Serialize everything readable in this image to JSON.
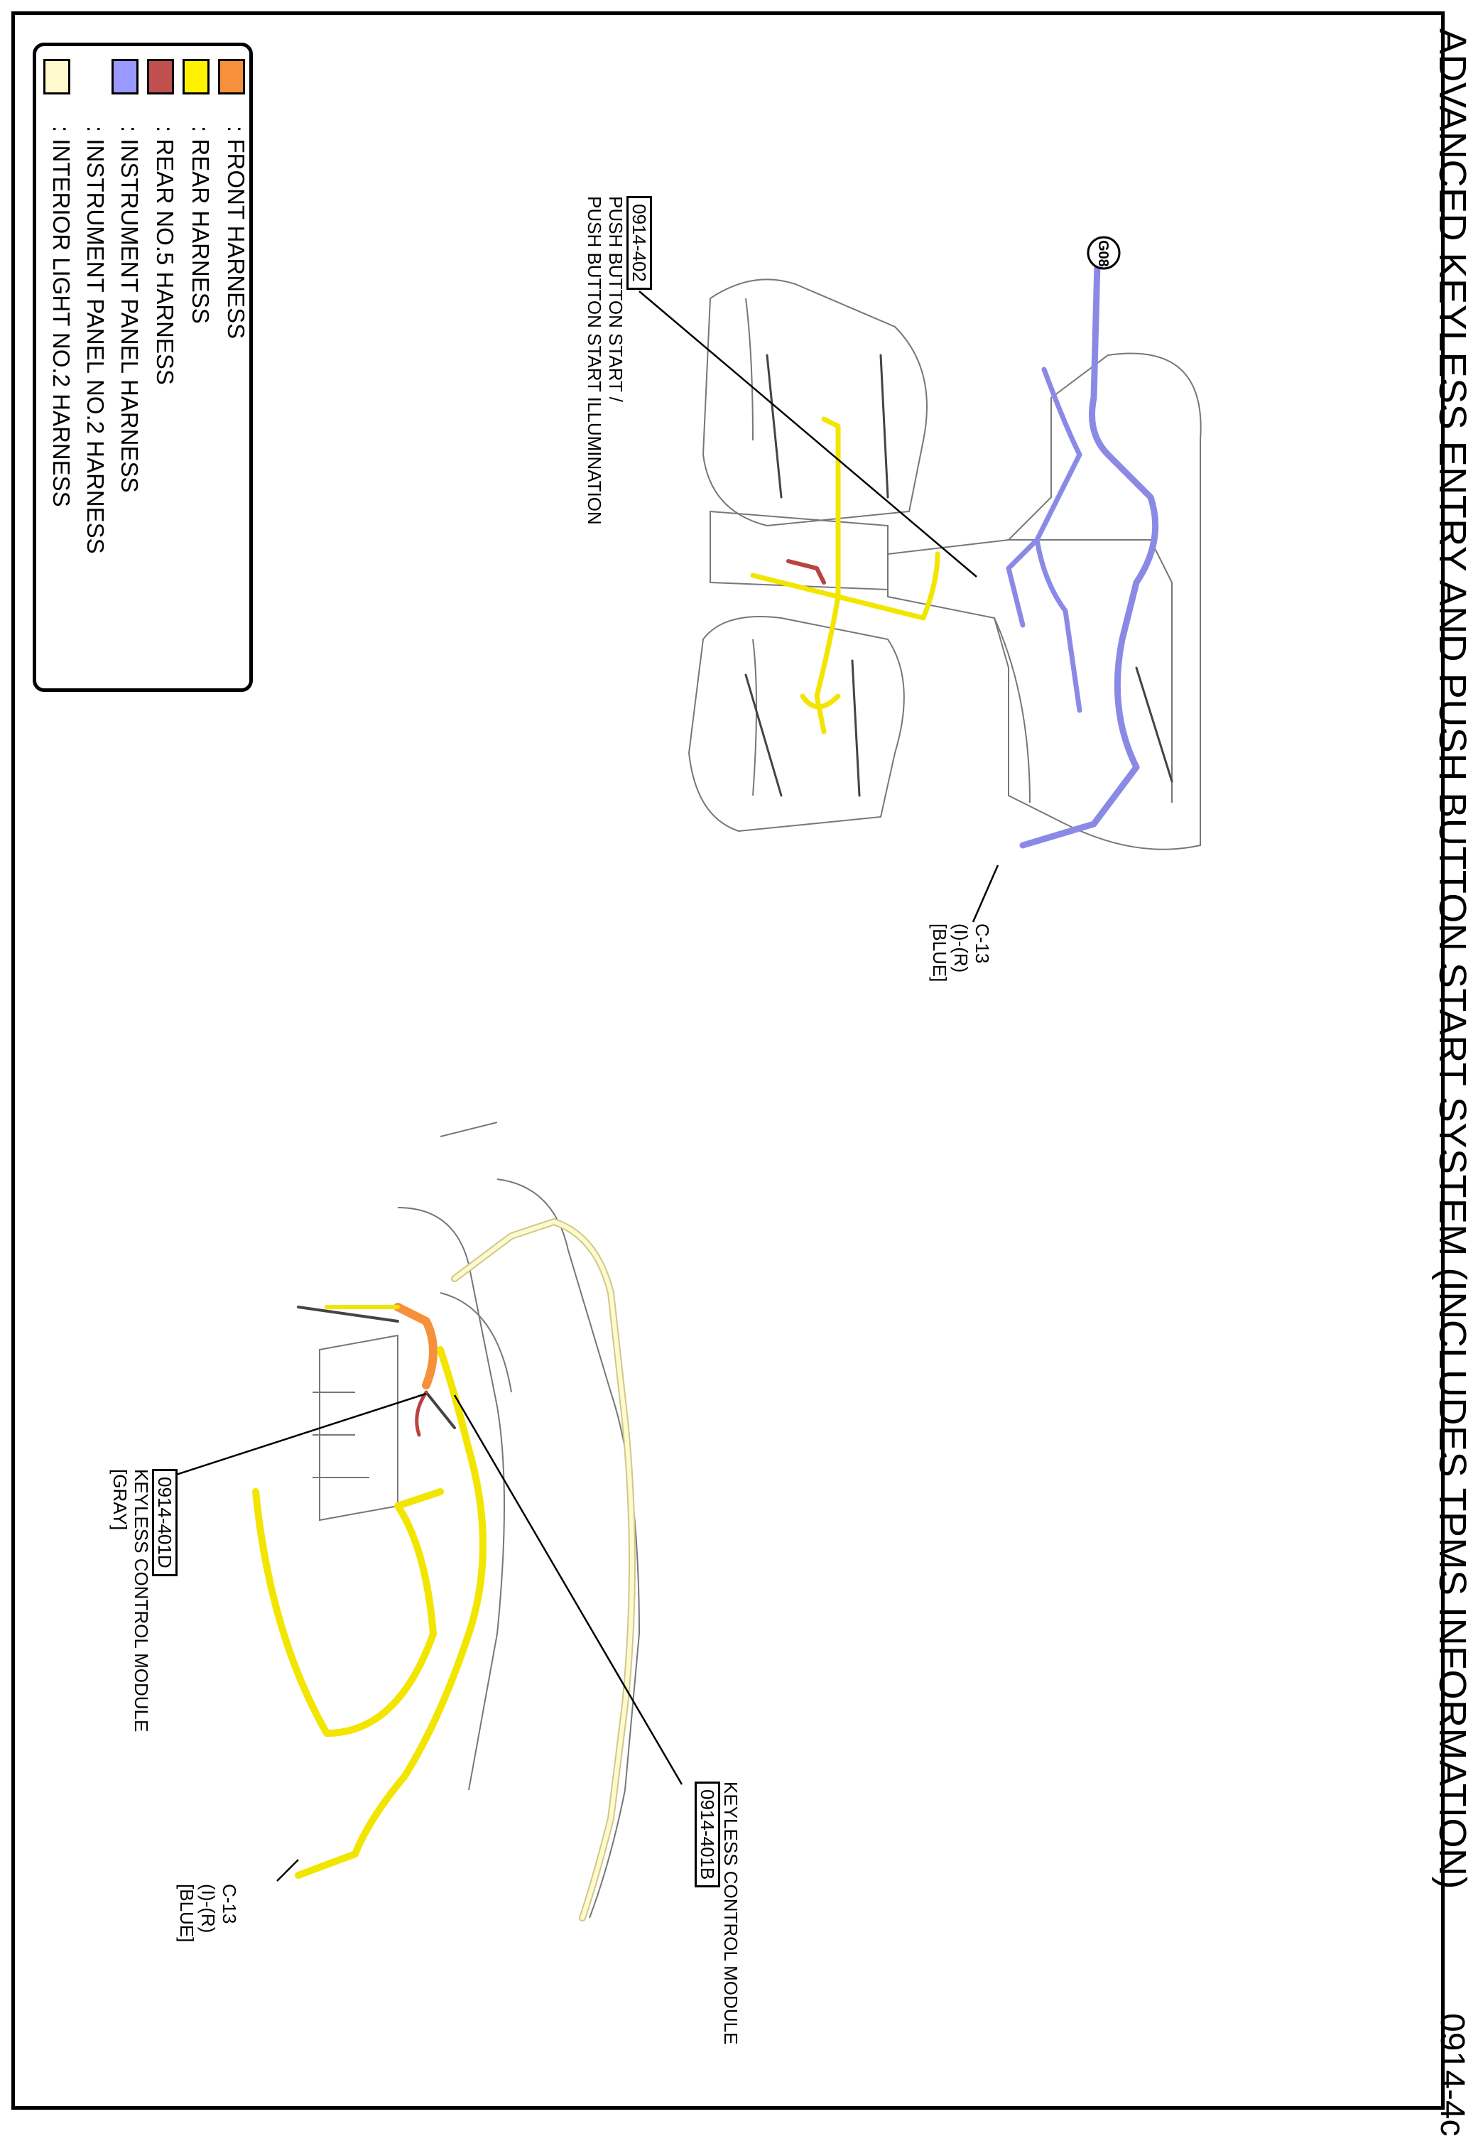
{
  "title": "ADVANCED KEYLESS ENTRY AND PUSH BUTTON START SYSTEM (INCLUDES TPMS INFORMATION)",
  "page_number": "0914-4c",
  "legend": [
    {
      "label": ": FRONT HARNESS",
      "color": "#f7903a"
    },
    {
      "label": ": REAR HARNESS",
      "color": "#fff200"
    },
    {
      "label": ": REAR NO.5 HARNESS",
      "color": "#c0504d"
    },
    {
      "label": ": INSTRUMENT PANEL HARNESS",
      "color": "#9999ff"
    },
    {
      "label": ": INSTRUMENT PANEL NO.2 HARNESS",
      "color": "#9999ff"
    },
    {
      "label": ": INTERIOR LIGHT NO.2 HARNESS",
      "color": "#fffacd"
    }
  ],
  "upper_view": {
    "ground": "G08",
    "push_button": {
      "code": "0914-402",
      "line1": "PUSH BUTTON START /",
      "line2": "PUSH BUTTON START ILLUMINATION"
    },
    "connector": {
      "id": "C-13",
      "pins": "(I)-(R)",
      "color": "[BLUE]"
    }
  },
  "lower_view": {
    "module_b": {
      "name": "KEYLESS CONTROL MODULE",
      "code": "0914-401B"
    },
    "module_d": {
      "code": "0914-401D",
      "name": "KEYLESS CONTROL MODULE",
      "color": "[GRAY]"
    },
    "connector": {
      "id": "C-13",
      "pins": "(I)-(R)",
      "color": "[BLUE]"
    }
  }
}
